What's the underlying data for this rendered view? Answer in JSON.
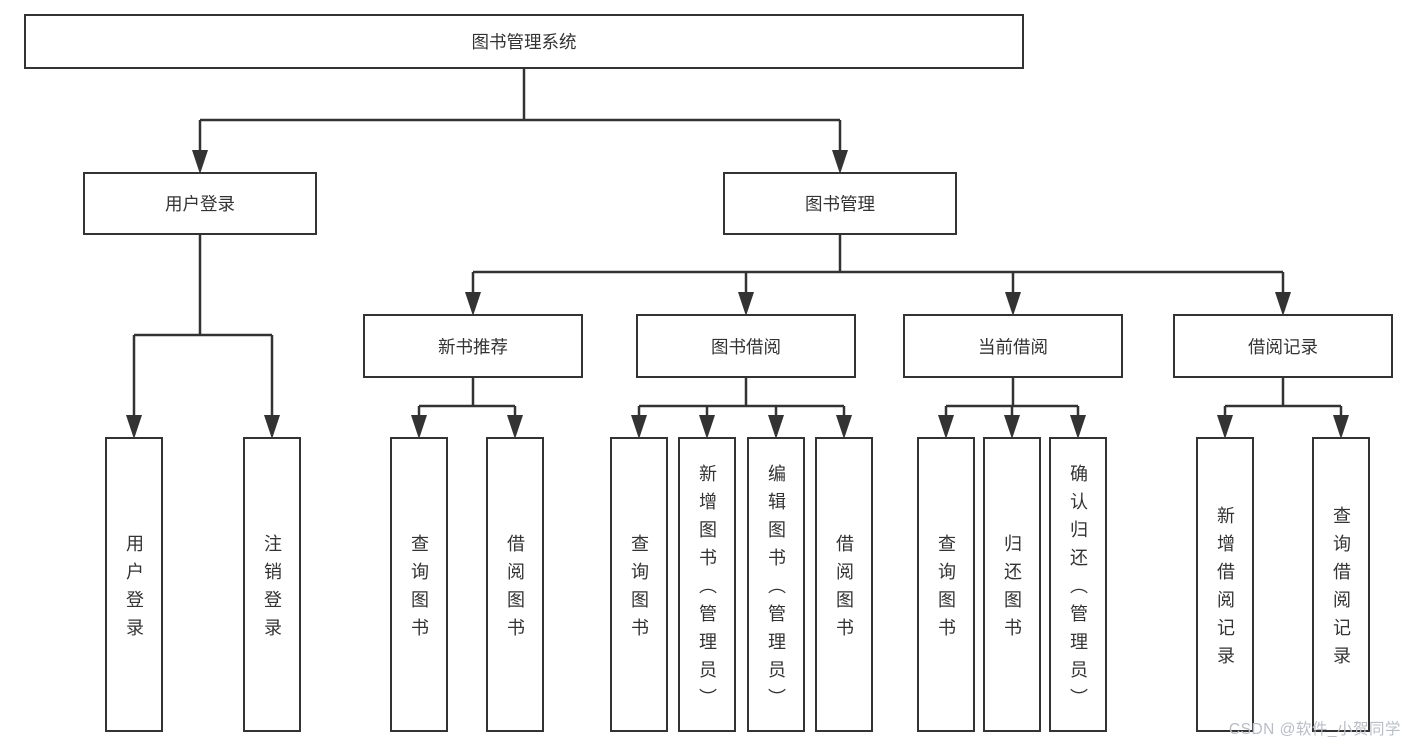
{
  "tree": {
    "label": "图书管理系统",
    "children": [
      {
        "label": "用户登录",
        "children": [
          {
            "label": "用户登录"
          },
          {
            "label": "注销登录"
          }
        ]
      },
      {
        "label": "图书管理",
        "children": [
          {
            "label": "新书推荐",
            "children": [
              {
                "label": "查询图书"
              },
              {
                "label": "借阅图书"
              }
            ]
          },
          {
            "label": "图书借阅",
            "children": [
              {
                "label": "查询图书"
              },
              {
                "label": "新增图书（管理员）"
              },
              {
                "label": "编辑图书（管理员）"
              },
              {
                "label": "借阅图书"
              }
            ]
          },
          {
            "label": "当前借阅",
            "children": [
              {
                "label": "查询图书"
              },
              {
                "label": "归还图书"
              },
              {
                "label": "确认归还（管理员）"
              }
            ]
          },
          {
            "label": "借阅记录",
            "children": [
              {
                "label": "新增借阅记录"
              },
              {
                "label": "查询借阅记录"
              }
            ]
          }
        ]
      }
    ]
  },
  "watermark": "CSDN @软件_小贺同学",
  "colors": {
    "line": "#333333",
    "box_border": "#333333",
    "box_bg": "#ffffff",
    "canvas_bg": "#ffffff",
    "watermark_text": "#b9bdc6"
  }
}
